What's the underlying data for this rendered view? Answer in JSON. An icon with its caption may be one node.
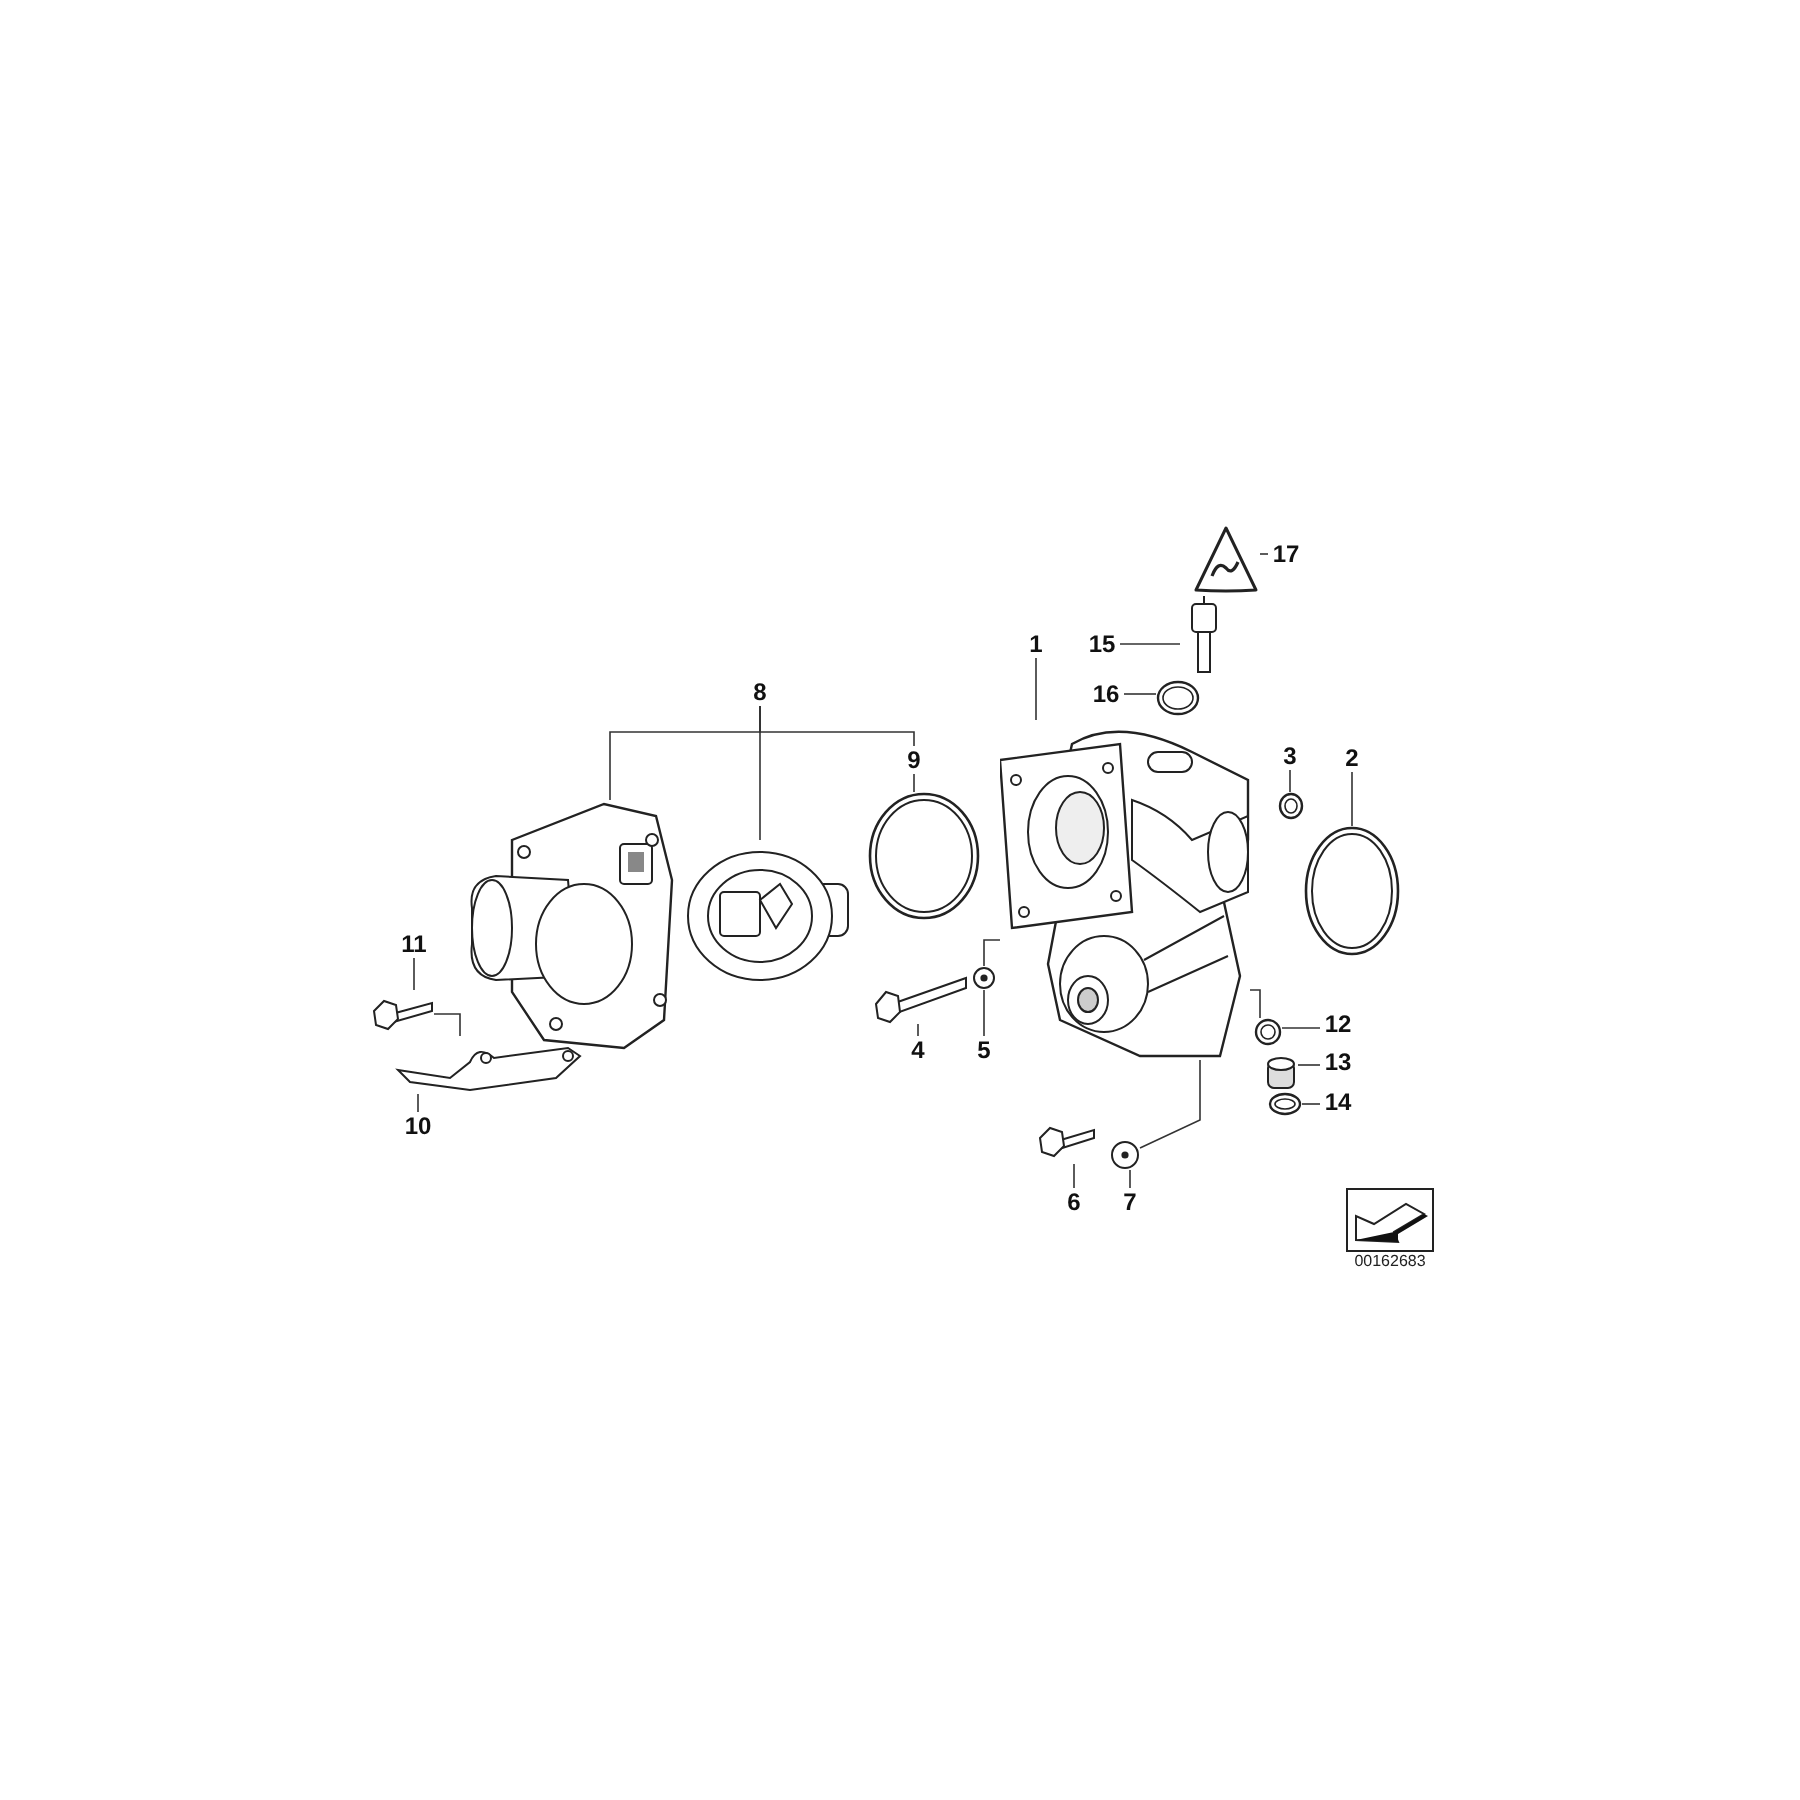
{
  "diagram": {
    "nodes": [
      {
        "text": [
          "17"
        ]
      },
      {
        "text": [],
        "shape": "picture"
      },
      {
        "text": [
          "15"
        ]
      },
      {
        "text": [],
        "shape": "picture"
      },
      {
        "text": [
          "1"
        ]
      },
      {
        "text": [
          "16"
        ]
      },
      {
        "text": [],
        "shape": "picture"
      },
      {
        "text": [
          "8"
        ]
      },
      {
        "text": [
          "9"
        ]
      },
      {
        "text": [
          "3"
        ]
      },
      {
        "text": [
          "2"
        ]
      },
      {
        "text": [],
        "shape": "picture"
      },
      {
        "text": [],
        "shape": "picture"
      },
      {
        "text": [],
        "shape": "picture"
      },
      {
        "text": [],
        "shape": "picture"
      },
      {
        "text": [],
        "shape": "picture"
      },
      {
        "text": [],
        "shape": "picture"
      },
      {
        "text": [
          "11"
        ]
      },
      {
        "text": [],
        "shape": "bolt"
      },
      {
        "text": [],
        "shape": "bolt"
      },
      {
        "text": [],
        "shape": "picture"
      },
      {
        "text": [],
        "shape": "picture"
      },
      {
        "text": [
          "12"
        ]
      },
      {
        "text": [],
        "shape": "cylinder"
      },
      {
        "text": [
          "13"
        ]
      },
      {
        "text": [],
        "shape": "picture"
      },
      {
        "text": [
          "14"
        ]
      },
      {
        "text": [],
        "shape": "picture"
      },
      {
        "text": [
          "4"
        ]
      },
      {
        "text": [
          "5"
        ]
      },
      {
        "text": [
          "10"
        ]
      },
      {
        "text": [],
        "shape": "bolt"
      },
      {
        "text": [],
        "shape": "picture"
      },
      {
        "text": [
          "6"
        ]
      },
      {
        "text": [
          "7"
        ]
      }
    ],
    "edges": [
      {
        "from": 0,
        "to": 1,
        "arrow": "none"
      },
      {
        "from": 2,
        "to": 3,
        "arrow": "none"
      },
      {
        "from": 4,
        "to": 14,
        "arrow": "none"
      },
      {
        "from": 5,
        "to": 6,
        "arrow": "none"
      },
      {
        "from": 7,
        "to": 11,
        "arrow": "none"
      },
      {
        "from": 7,
        "to": 12,
        "arrow": "none"
      },
      {
        "from": 7,
        "to": 8,
        "arrow": "none"
      },
      {
        "from": 8,
        "to": 13,
        "arrow": "none"
      },
      {
        "from": 9,
        "to": 15,
        "arrow": "none"
      },
      {
        "from": 10,
        "to": 16,
        "arrow": "none"
      },
      {
        "from": 17,
        "to": 18,
        "arrow": "none"
      },
      {
        "from": 18,
        "to": 27,
        "arrow": "none"
      },
      {
        "from": 28,
        "to": 19,
        "arrow": "none"
      },
      {
        "from": 29,
        "to": 20,
        "arrow": "none"
      },
      {
        "from": 20,
        "to": 14,
        "arrow": "none"
      },
      {
        "from": 22,
        "to": 21,
        "arrow": "none"
      },
      {
        "from": 24,
        "to": 23,
        "arrow": "none"
      },
      {
        "from": 26,
        "to": 25,
        "arrow": "none"
      },
      {
        "from": 21,
        "to": 14,
        "arrow": "none"
      },
      {
        "from": 30,
        "to": 27,
        "arrow": "none"
      },
      {
        "from": 33,
        "to": 31,
        "arrow": "none"
      },
      {
        "from": 34,
        "to": 32,
        "arrow": "none"
      },
      {
        "from": 32,
        "to": 14,
        "arrow": "none"
      }
    ],
    "labels": [
      "00162683"
    ]
  }
}
